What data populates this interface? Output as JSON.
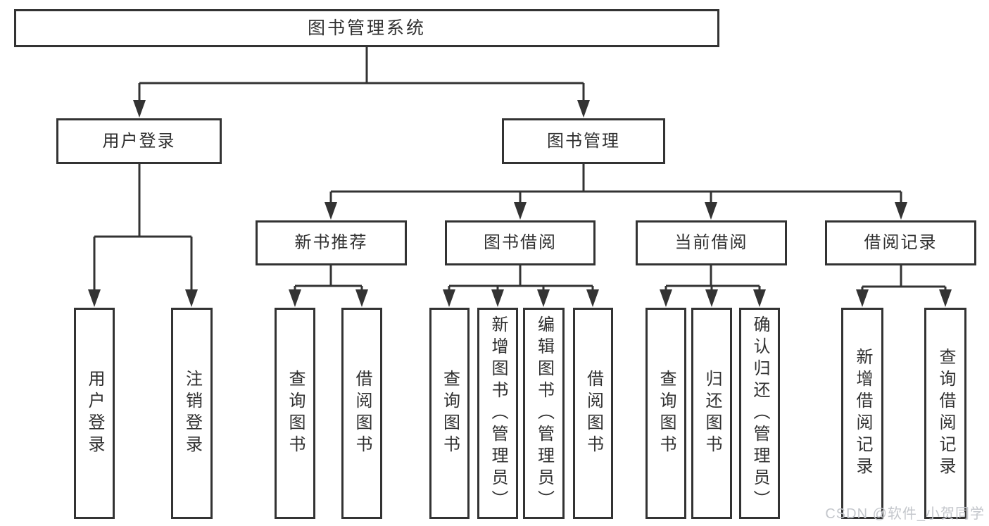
{
  "diagram": {
    "title": "图书管理系统",
    "root": {
      "label": "图书管理系统"
    },
    "level2": [
      {
        "label": "用户登录"
      },
      {
        "label": "图书管理"
      }
    ],
    "level3": [
      {
        "label": "新书推荐",
        "parent": "图书管理"
      },
      {
        "label": "图书借阅",
        "parent": "图书管理"
      },
      {
        "label": "当前借阅",
        "parent": "图书管理"
      },
      {
        "label": "借阅记录",
        "parent": "图书管理"
      }
    ],
    "leaves": [
      {
        "label": "用户登录",
        "parent": "用户登录"
      },
      {
        "label": "注销登录",
        "parent": "用户登录"
      },
      {
        "label": "查询图书",
        "parent": "新书推荐"
      },
      {
        "label": "借阅图书",
        "parent": "新书推荐"
      },
      {
        "label": "查询图书",
        "parent": "图书借阅"
      },
      {
        "label": "新增图书（管理员）",
        "parent": "图书借阅"
      },
      {
        "label": "编辑图书（管理员）",
        "parent": "图书借阅"
      },
      {
        "label": "借阅图书",
        "parent": "图书借阅"
      },
      {
        "label": "查询图书",
        "parent": "当前借阅"
      },
      {
        "label": "归还图书",
        "parent": "当前借阅"
      },
      {
        "label": "确认归还（管理员）",
        "parent": "当前借阅"
      },
      {
        "label": "新增借阅记录",
        "parent": "借阅记录"
      },
      {
        "label": "查询借阅记录",
        "parent": "借阅记录"
      }
    ],
    "watermark": "CSDN @软件_小贺同学",
    "colors": {
      "line": "#333333",
      "text": "#303030",
      "background": "#ffffff",
      "watermark": "#c4c7cc"
    }
  }
}
